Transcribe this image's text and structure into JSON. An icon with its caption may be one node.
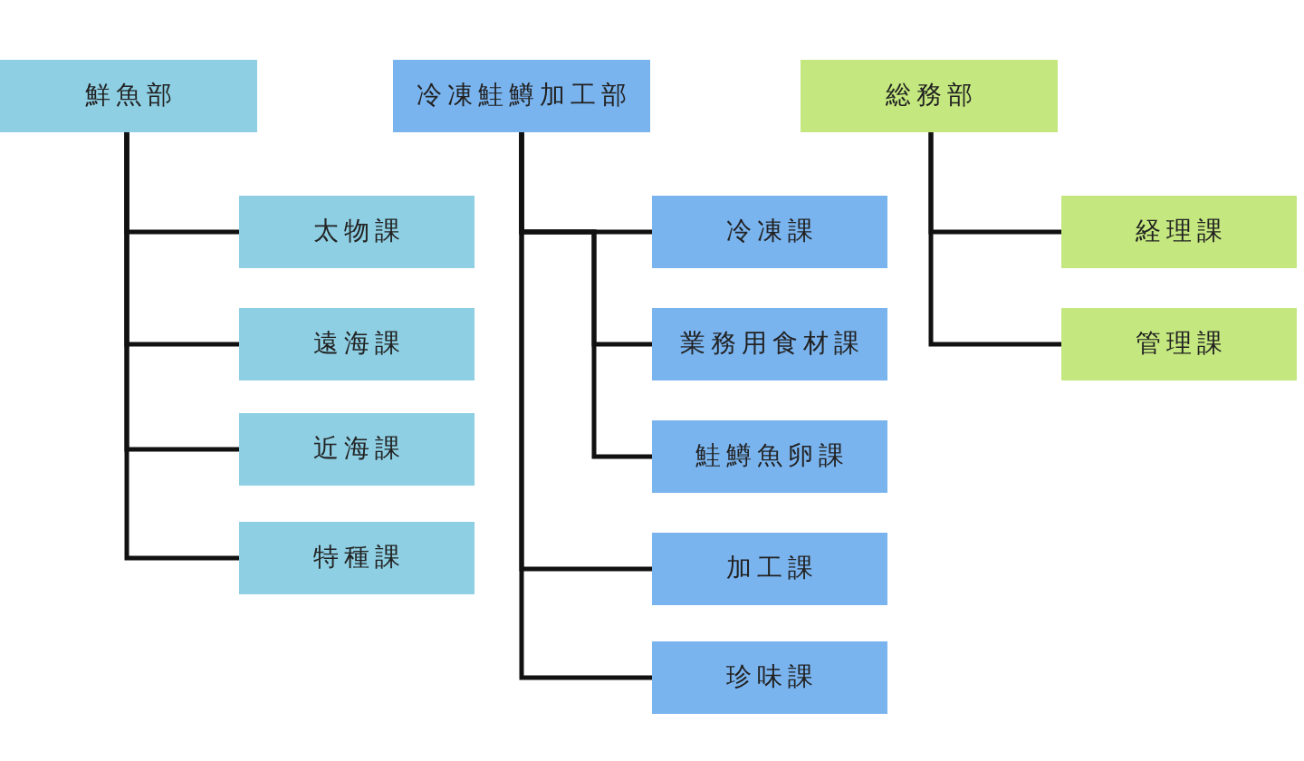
{
  "diagram": {
    "nodes": [
      {
        "text": [
          "鮮魚部"
        ]
      },
      {
        "text": [
          "太物課"
        ]
      },
      {
        "text": [
          "遠海課"
        ]
      },
      {
        "text": [
          "近海課"
        ]
      },
      {
        "text": [
          "特種課"
        ]
      },
      {
        "text": [
          "冷凍鮭鱒加工部"
        ]
      },
      {
        "text": [
          "冷凍課"
        ]
      },
      {
        "text": [
          "業務用食材課"
        ]
      },
      {
        "text": [
          "鮭鱒魚卵課"
        ]
      },
      {
        "text": [
          "加工課"
        ]
      },
      {
        "text": [
          "珍味課"
        ]
      },
      {
        "text": [
          "総務部"
        ]
      },
      {
        "text": [
          "経理課"
        ]
      },
      {
        "text": [
          "管理課"
        ]
      }
    ],
    "edges": [
      {
        "from": 0,
        "to": 1,
        "arrow": "none"
      },
      {
        "from": 0,
        "to": 2,
        "arrow": "none"
      },
      {
        "from": 0,
        "to": 3,
        "arrow": "none"
      },
      {
        "from": 0,
        "to": 4,
        "arrow": "none"
      },
      {
        "from": 5,
        "to": 6,
        "arrow": "none"
      },
      {
        "from": 5,
        "to": 7,
        "arrow": "none"
      },
      {
        "from": 5,
        "to": 8,
        "arrow": "none"
      },
      {
        "from": 5,
        "to": 9,
        "arrow": "none"
      },
      {
        "from": 5,
        "to": 10,
        "arrow": "none"
      },
      {
        "from": 11,
        "to": 12,
        "arrow": "none"
      },
      {
        "from": 11,
        "to": 13,
        "arrow": "none"
      }
    ]
  }
}
